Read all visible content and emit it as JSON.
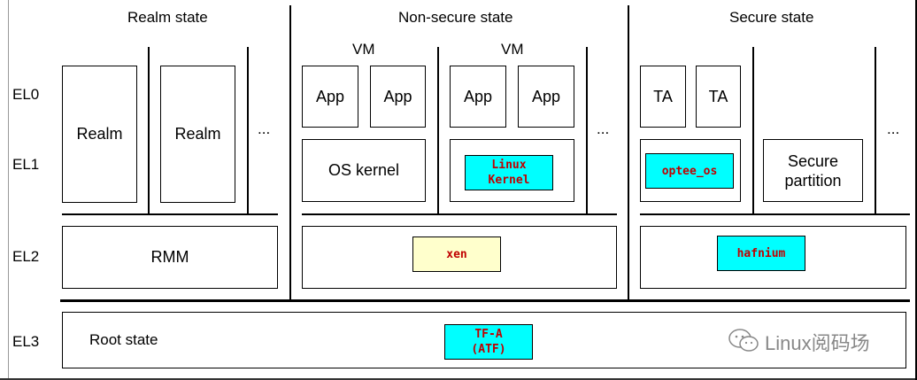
{
  "columns": {
    "realm": "Realm state",
    "nonsecure": "Non-secure state",
    "secure": "Secure state"
  },
  "levels": {
    "el0": "EL0",
    "el1": "EL1",
    "el2": "EL2",
    "el3": "EL3"
  },
  "realm": {
    "realm1": "Realm",
    "realm2": "Realm",
    "more": "...",
    "rmm": "RMM"
  },
  "nonsecure": {
    "vm1": "VM",
    "vm2": "VM",
    "app1": "App",
    "app2": "App",
    "app3": "App",
    "app4": "App",
    "os_kernel": "OS kernel",
    "linux_kernel_line1": "Linux",
    "linux_kernel_line2": "Kernel",
    "more": "...",
    "xen": "xen"
  },
  "secure": {
    "ta1": "TA",
    "ta2": "TA",
    "optee_os": "optee_os",
    "secure_partition_line1": "Secure",
    "secure_partition_line2": "partition",
    "more": "...",
    "hafnium": "hafnium"
  },
  "root": {
    "root_state": "Root state",
    "tfa_line1": "TF-A",
    "tfa_line2": "(ATF)"
  },
  "watermark": "Linux阅码场",
  "colors": {
    "cyan_highlight": "#00ffff",
    "yellow_highlight": "#ffffcc",
    "highlight_text": "#c00000"
  }
}
